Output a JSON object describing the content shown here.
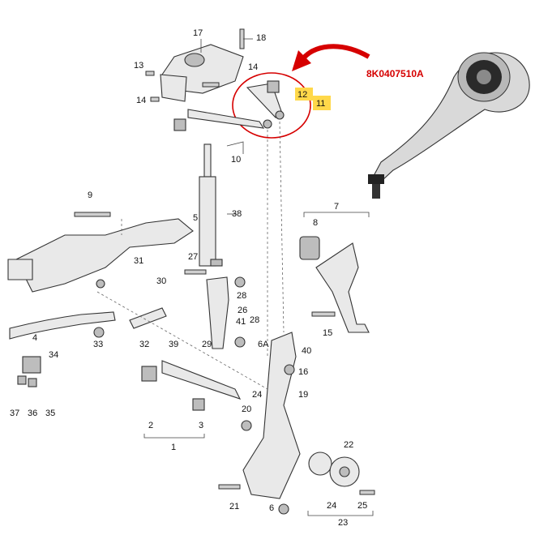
{
  "part_number": "8K0407510A",
  "highlight_color": "#d60000",
  "badge_color": "#ffd84a",
  "callouts": {
    "c1": "1",
    "c2": "2",
    "c3": "3",
    "c4": "4",
    "c5": "5",
    "c6": "6",
    "c6a": "6A",
    "c7": "7",
    "c8": "8",
    "c9": "9",
    "c10": "10",
    "c11": "11",
    "c12": "12",
    "c13": "13",
    "c14a": "14",
    "c14b": "14",
    "c15": "15",
    "c16": "16",
    "c17": "17",
    "c18": "18",
    "c19": "19",
    "c20": "20",
    "c21": "21",
    "c22": "22",
    "c23": "23",
    "c24a": "24",
    "c24b": "24",
    "c25": "25",
    "c26": "26",
    "c27": "27",
    "c28a": "28",
    "c28b": "28",
    "c29": "29",
    "c30": "30",
    "c31": "31",
    "c32": "32",
    "c33": "33",
    "c34": "34",
    "c35": "35",
    "c36": "36",
    "c37": "37",
    "c38": "38",
    "c39": "39",
    "c40": "40",
    "c41": "41"
  }
}
